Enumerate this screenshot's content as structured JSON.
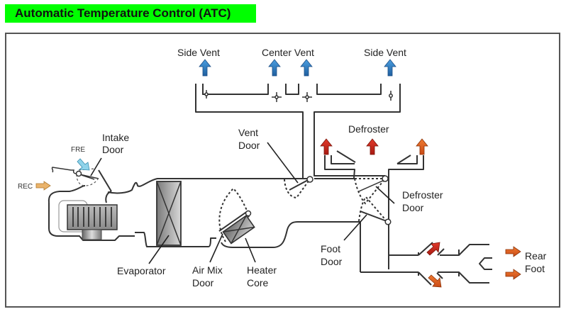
{
  "title": "Automatic Temperature Control (ATC)",
  "colors": {
    "title_bg": "#00ff00",
    "cool_arrow": "#2f7fcf",
    "warm_arrow_red": "#d42a1e",
    "warm_arrow_orange": "#e2621f",
    "fresh_arrow": "#8fd3ea",
    "rec_arrow": "#eab36a"
  },
  "labels": {
    "side_vent_left": "Side Vent",
    "center_vent": "Center Vent",
    "side_vent_right": "Side Vent",
    "defroster": "Defroster",
    "vent_door_1": "Vent",
    "vent_door_2": "Door",
    "intake_door_1": "Intake",
    "intake_door_2": "Door",
    "fre": "FRE",
    "rec": "REC",
    "evaporator": "Evaporator",
    "air_mix_door_1": "Air Mix",
    "air_mix_door_2": "Door",
    "heater_core_1": "Heater",
    "heater_core_2": "Core",
    "defroster_door_1": "Defroster",
    "defroster_door_2": "Door",
    "foot_door_1": "Foot",
    "foot_door_2": "Door",
    "rear_foot_1": "Rear",
    "rear_foot_2": "Foot"
  },
  "icons": {
    "vent_outlet_arrows": [
      "cool-air-arrow",
      "cool-air-arrow",
      "cool-air-arrow",
      "cool-air-arrow"
    ],
    "defroster_arrows": [
      "warm-air-arrow",
      "warm-air-arrow",
      "warm-air-arrow"
    ],
    "foot_arrows": [
      "warm-air-arrow",
      "warm-air-arrow"
    ],
    "rear_foot_arrows": [
      "warm-air-arrow",
      "warm-air-arrow"
    ],
    "intake_arrows": [
      "fresh-air-arrow",
      "recirc-air-arrow"
    ]
  }
}
